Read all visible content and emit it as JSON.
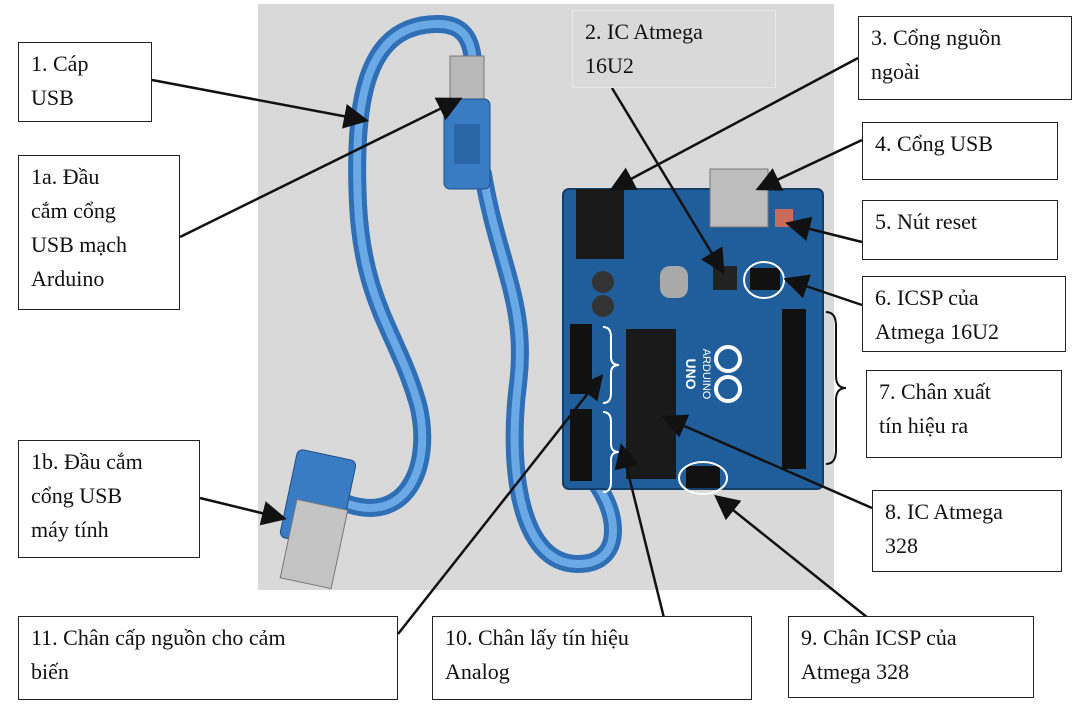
{
  "labels": {
    "cable": "1. Cáp\nUSB",
    "plug_arduino": "1a. Đầu\ncắm cổng\nUSB mạch\nArduino",
    "plug_pc": "1b. Đầu cắm\ncổng USB\nmáy tính",
    "ic16u2": "2. IC Atmega\n16U2",
    "power_port": "3. Cổng nguồn\nngoài",
    "usb_port": "4. Cổng USB",
    "reset": "5. Nút reset",
    "icsp16u2": "6. ICSP của\nAtmega 16U2",
    "digital_pins": "7. Chân xuất\ntín hiệu ra",
    "ic328": "8. IC Atmega\n328",
    "icsp328": "9. Chân ICSP của\nAtmega 328",
    "analog_pins": "10. Chân lấy tín hiệu\nAnalog",
    "sensor_power": "11. Chân cấp nguồn cho cảm\nbiến"
  },
  "board_text": {
    "brand": "ARDUINO",
    "model": "UNO"
  },
  "colors": {
    "board": "#1f5e9a",
    "cable": "#4a8fd6",
    "background_photo": "#d9d9d9"
  }
}
